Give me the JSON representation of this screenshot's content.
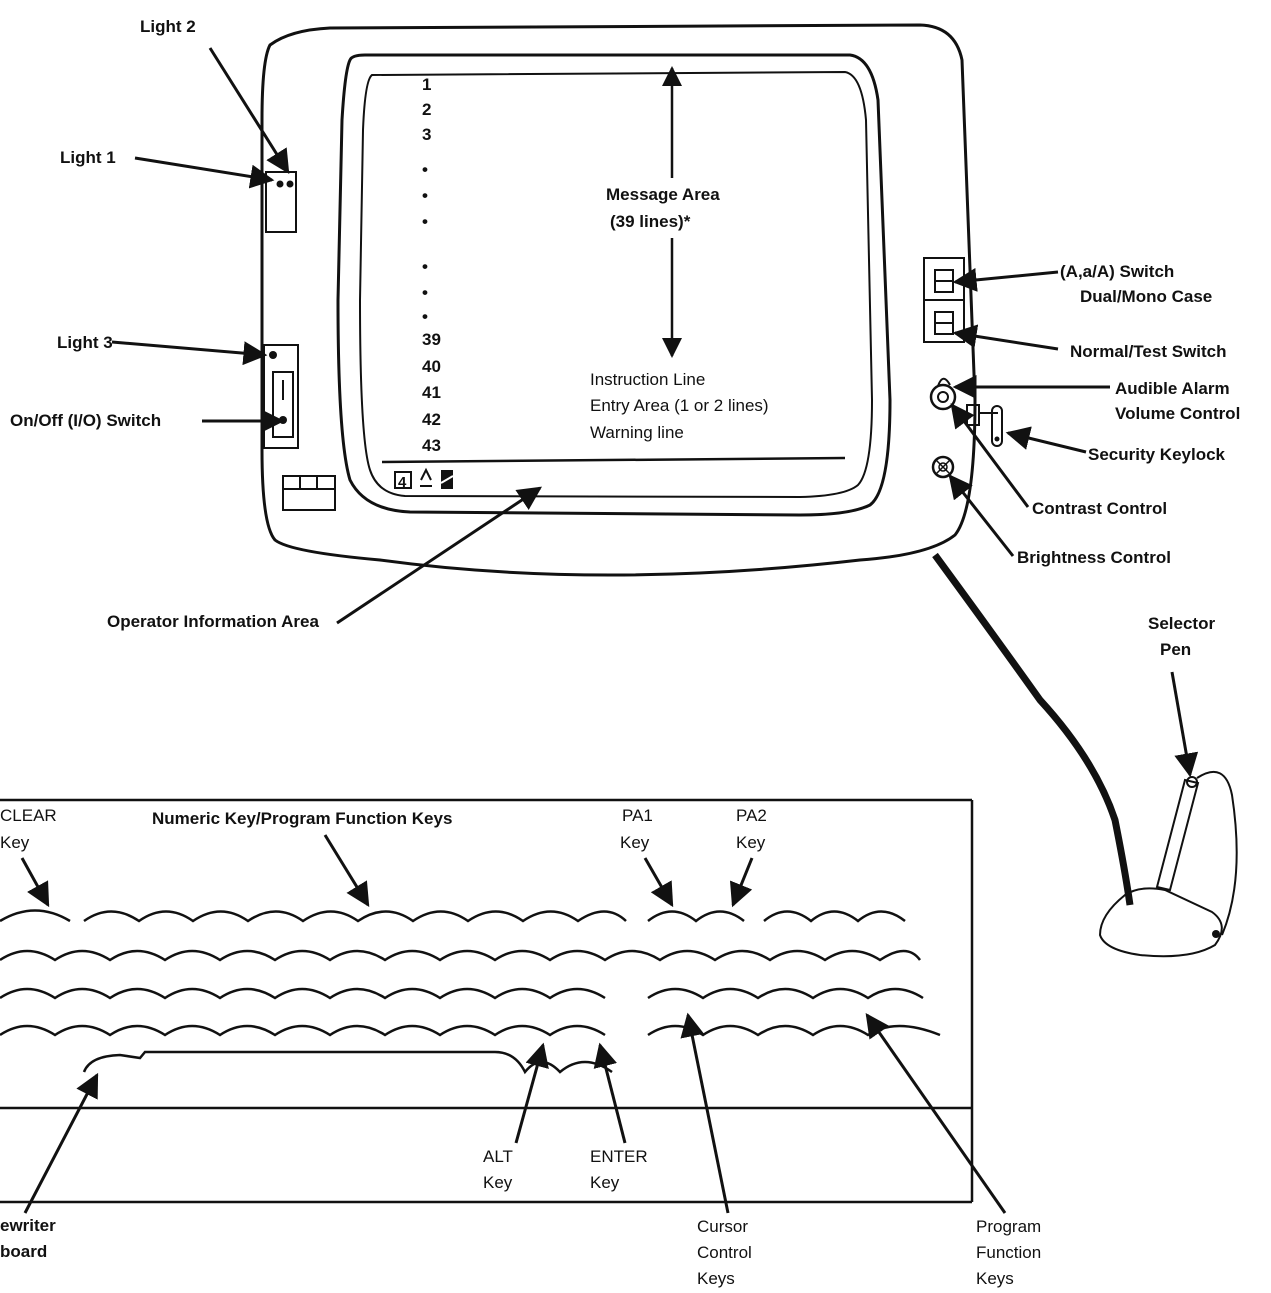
{
  "labels": {
    "light2": "Light 2",
    "light1": "Light 1",
    "light3": "Light 3",
    "onoff_switch": "On/Off (I/O) Switch",
    "case_switch_1": "(A,a/A) Switch",
    "case_switch_2": "Dual/Mono Case",
    "normal_test": "Normal/Test Switch",
    "alarm_1": "Audible Alarm",
    "alarm_2": "Volume Control",
    "security_keylock": "Security Keylock",
    "contrast": "Contrast Control",
    "brightness": "Brightness Control",
    "operator_info": "Operator Information Area",
    "selector_pen_1": "Selector",
    "selector_pen_2": "Pen",
    "clear_key_1": "CLEAR",
    "clear_key_2": "Key",
    "numeric_keys": "Numeric Key/Program Function Keys",
    "pa1_1": "PA1",
    "pa1_2": "Key",
    "pa2_1": "PA2",
    "pa2_2": "Key",
    "alt_1": "ALT",
    "alt_2": "Key",
    "enter_1": "ENTER",
    "enter_2": "Key",
    "typewriter_1": "ewriter",
    "typewriter_2": "board",
    "cursor_1": "Cursor",
    "cursor_2": "Control",
    "cursor_3": "Keys",
    "pf_1": "Program",
    "pf_2": "Function",
    "pf_3": "Keys"
  },
  "screen": {
    "line_numbers": [
      "1",
      "2",
      "3",
      "•",
      "•",
      "•",
      "•",
      "•",
      "•",
      "39",
      "40",
      "41",
      "42",
      "43"
    ],
    "message_area_1": "Message Area",
    "message_area_2": "(39 lines)*",
    "instruction_line": "Instruction Line",
    "entry_area": "Entry Area (1 or 2 lines)",
    "warning_line": "Warning line"
  }
}
